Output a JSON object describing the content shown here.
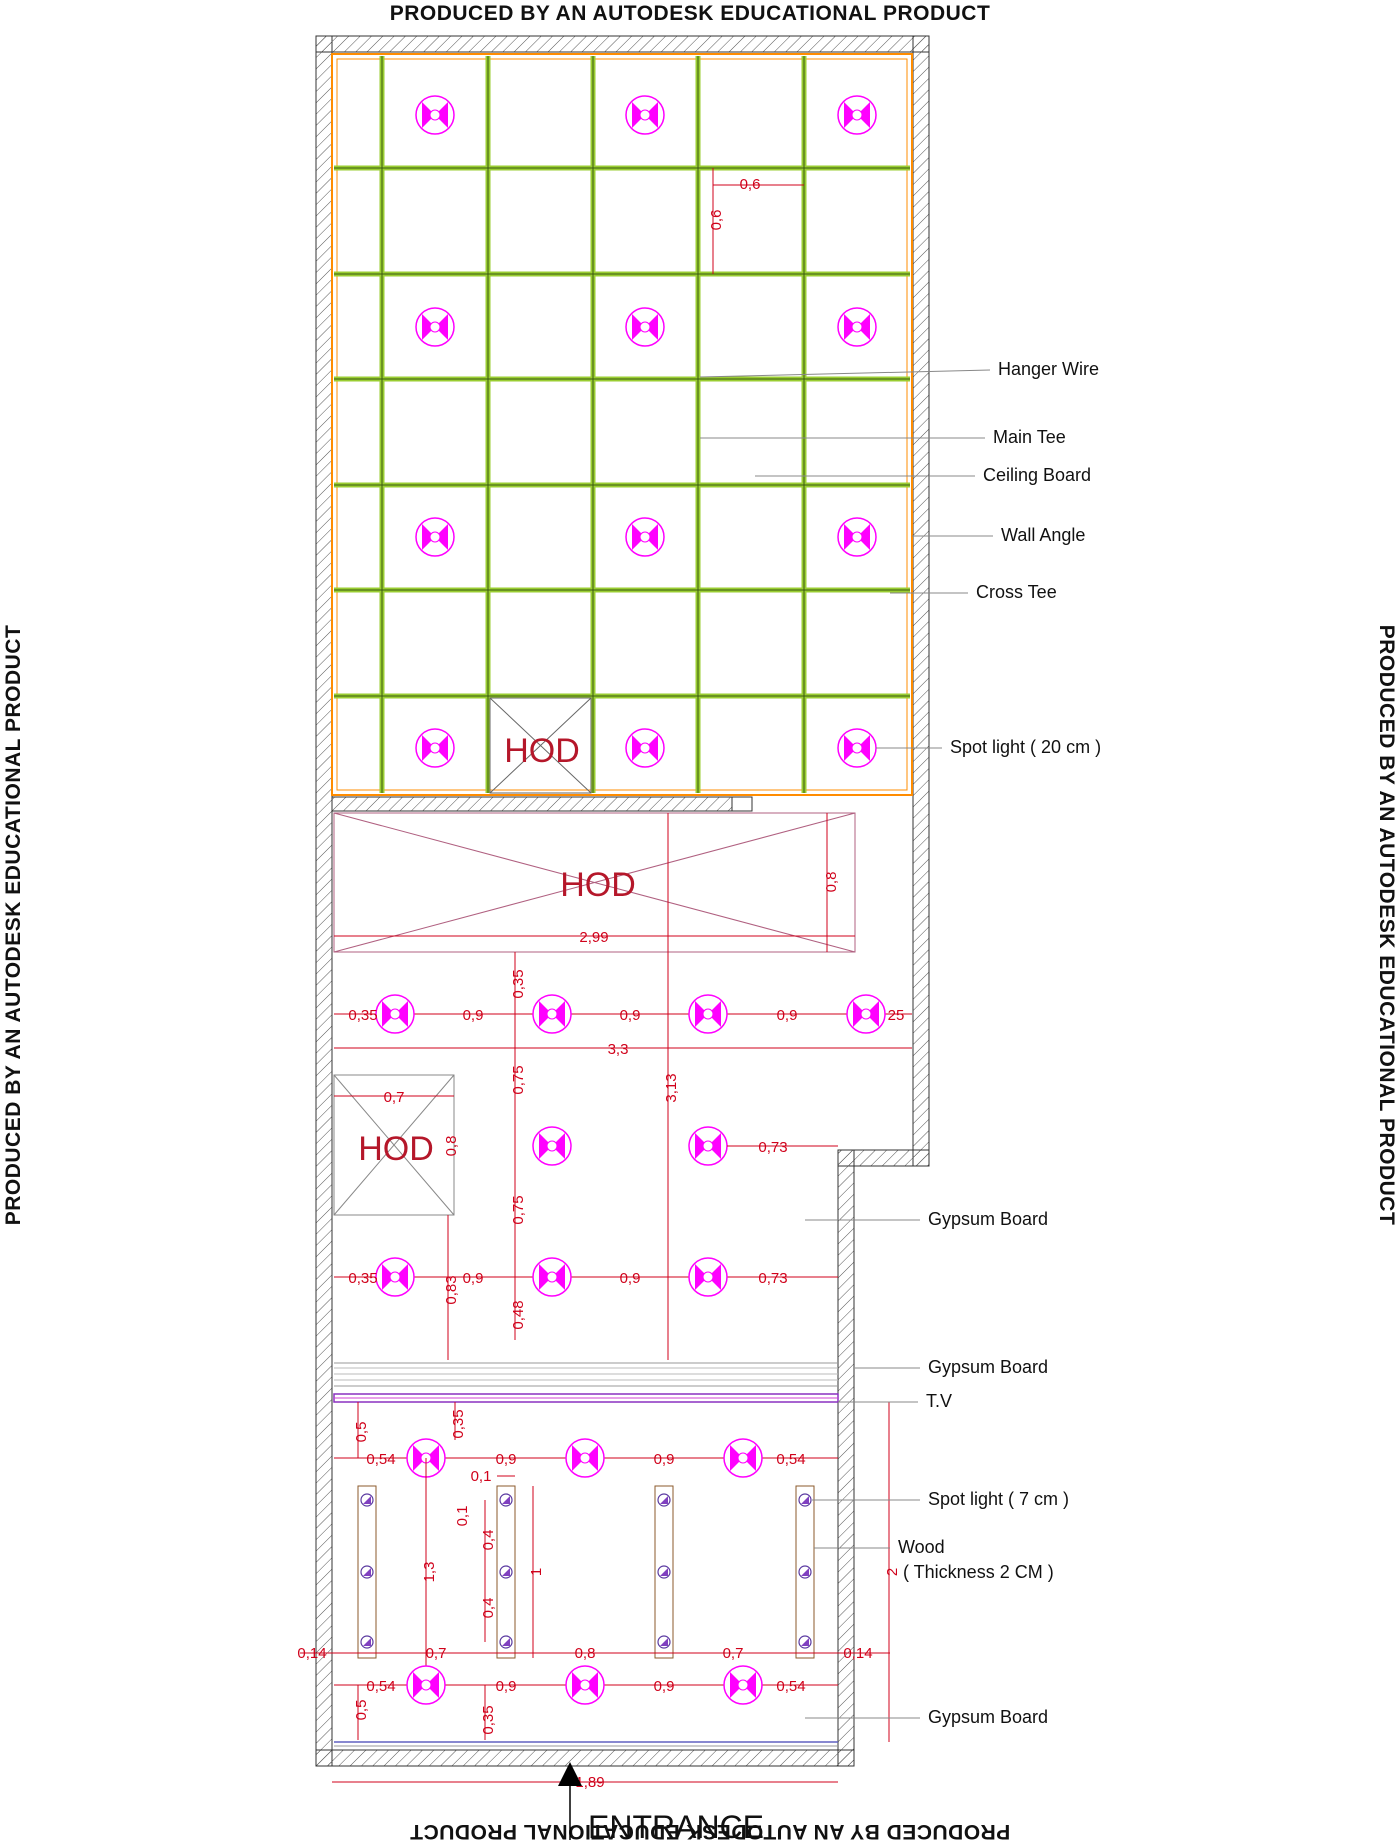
{
  "watermark": {
    "top": "PRODUCED BY AN AUTODESK EDUCATIONAL PRODUCT",
    "left": "PRODUCED BY AN AUTODESK EDUCATIONAL PRODUCT",
    "right": "PRODUCED BY AN AUTODESK EDUCATIONAL PRODUCT",
    "bottom": "PRODUCED BY AN AUTODESK EDUCATIONAL PRODUCT"
  },
  "entrance": "ENTRANCE",
  "hod_label": "HOD",
  "labels": {
    "hanger_wire": "Hanger Wire",
    "main_tee": "Main Tee",
    "ceiling_board": "Ceiling Board",
    "wall_angle": "Wall Angle",
    "cross_tee": "Cross Tee",
    "spot_light_20": "Spot light ( 20 cm )",
    "gypsum_board": "Gypsum Board",
    "tv": "T.V",
    "spot_light_7": "Spot light ( 7 cm )",
    "wood": "Wood",
    "wood_thickness": "( Thickness    2 CM )"
  },
  "dims": {
    "grid_w": "0,6",
    "grid_h": "0,6",
    "hod_len": "2,99",
    "hod_depth": "0,8",
    "r1_left": "0,35",
    "r1_gap": "0,9",
    "r1_right": "25",
    "top_offset": "0,35",
    "width": "3,3",
    "length": "3,13",
    "small_w": "0,7",
    "small_h": "0,8",
    "v_gap": "0,75",
    "r2_right": "0,73",
    "r3_left": "0,35",
    "r3_gap": "0,9",
    "r3_right": "0,73",
    "hod3_to_row": "0,83",
    "row_to_end": "0,48",
    "tv_offset": "0,35",
    "gb_offset": "0,5",
    "r4_side": "0,54",
    "r4_gap": "0,9",
    "wood_offset": "0,1",
    "wood_gap1": "0,1",
    "wood_gap2": "0,4",
    "wood_gap3": "0,4",
    "row4_to_row5": "1,3",
    "wood_len": "1",
    "zone_len": "2",
    "edge": "0,14",
    "wood_gap_a": "0,7",
    "wood_gap_b": "0,8",
    "bottom_gb_offset": "0,5",
    "bottom_offset": "0,35",
    "total_width": "1,89"
  },
  "colors": {
    "spot": "#ff00ff",
    "dimension": "#d0021b",
    "grid": "#9acd32",
    "border": "#ff8c00",
    "hod": "#b5172a"
  }
}
